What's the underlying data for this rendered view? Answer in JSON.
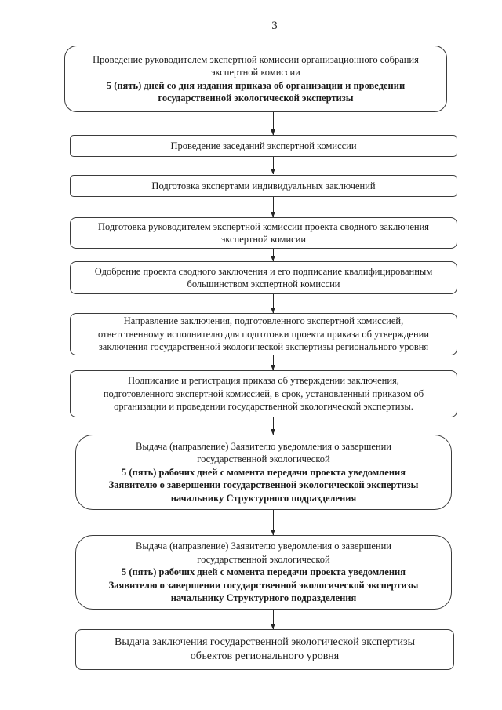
{
  "page_number": "3",
  "boxes": [
    {
      "name": "org-meeting",
      "lines": [
        {
          "text": "Проведение руководителем экспертной комиссии организационного собрания"
        },
        {
          "text": "экспертной комиссии"
        },
        {
          "text": "5 (пять) дней со дня издания приказа об организации и проведении"
        },
        {
          "text": "государственной экологической экспертизы"
        }
      ]
    },
    {
      "name": "commission-sessions",
      "lines": [
        {
          "text": "Проведение заседаний экспертной комиссии"
        }
      ]
    },
    {
      "name": "individual-conclusions",
      "lines": [
        {
          "text": "Подготовка экспертами индивидуальных заключений"
        }
      ]
    },
    {
      "name": "draft-summary-conclusion",
      "lines": [
        {
          "text": "Подготовка руководителем экспертной комиссии проекта сводного заключения"
        },
        {
          "text": "экспертной комисии"
        }
      ]
    },
    {
      "name": "approval-signing",
      "lines": [
        {
          "text": "Одобрение проекта сводного заключения и его подписание квалифицированным"
        },
        {
          "text": "большинством экспертной комиссии"
        }
      ]
    },
    {
      "name": "sending-conclusion",
      "lines": [
        {
          "text": "Направление заключения, подготовленного экспертной комиссией,"
        },
        {
          "text": "ответственному исполнителю для подготовки проекта приказа об утверждении"
        },
        {
          "text": "заключения государственной экологической экспертизы регионального уровня"
        }
      ]
    },
    {
      "name": "signing-registration-order",
      "lines": [
        {
          "text": "Подписание и регистрация приказа об утверждении заключения,"
        },
        {
          "text": "подготовленного экспертной комиссией, в срок, установленный приказом об"
        },
        {
          "text": "организации и проведении государственной экологической экспертизы."
        }
      ]
    },
    {
      "name": "applicant-notice-1",
      "lines": [
        {
          "text": "Выдача (направление) Заявителю уведомления о завершении"
        },
        {
          "text": "государственной экологической"
        },
        {
          "text": "5 (пять) рабочих дней с момента передачи проекта уведомления"
        },
        {
          "text": "Заявителю о завершении государственной экологической экспертизы"
        },
        {
          "text": "начальнику Структурного подразделения"
        }
      ]
    },
    {
      "name": "applicant-notice-2",
      "lines": [
        {
          "text": "Выдача (направление) Заявителю уведомления о завершении"
        },
        {
          "text": "государственной экологической"
        },
        {
          "text": "5 (пять) рабочих дней с момента передачи проекта уведомления"
        },
        {
          "text": "Заявителю о завершении государственной экологической экспертизы"
        },
        {
          "text": "начальнику Структурного подразделения"
        }
      ]
    },
    {
      "name": "issue-conclusion",
      "lines": [
        {
          "text": "Выдача заключения государственной экологической экспертизы"
        },
        {
          "text": "объектов регионального уровня"
        }
      ]
    }
  ]
}
